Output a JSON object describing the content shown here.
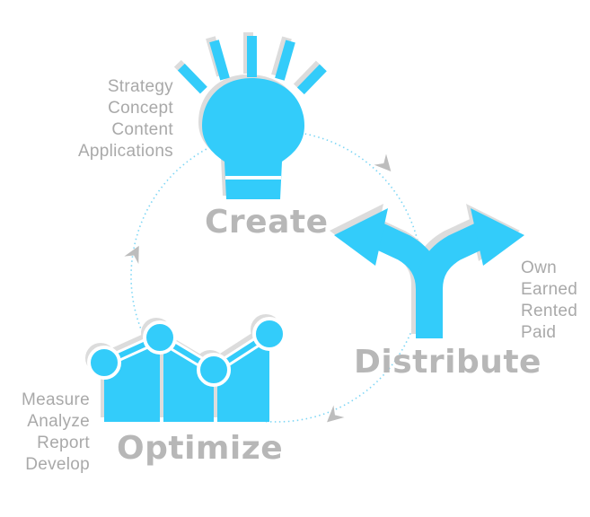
{
  "theme": {
    "accent": "#33ccfa",
    "shadow": "#dcdcdc",
    "text": "#a9a9a9",
    "title": "#b7b7b7",
    "cycle": "#7dd6f5",
    "arrowhead": "#bdbdbd"
  },
  "stages": {
    "create": {
      "title": "Create",
      "icon": "lightbulb-icon",
      "items": [
        "Strategy",
        "Concept",
        "Content",
        "Applications"
      ]
    },
    "distribute": {
      "title": "Distribute",
      "icon": "split-arrow-icon",
      "items": [
        "Own",
        "Earned",
        "Rented",
        "Paid"
      ]
    },
    "optimize": {
      "title": "Optimize",
      "icon": "line-chart-icon",
      "items": [
        "Measure",
        "Analyze",
        "Report",
        "Develop"
      ]
    }
  }
}
